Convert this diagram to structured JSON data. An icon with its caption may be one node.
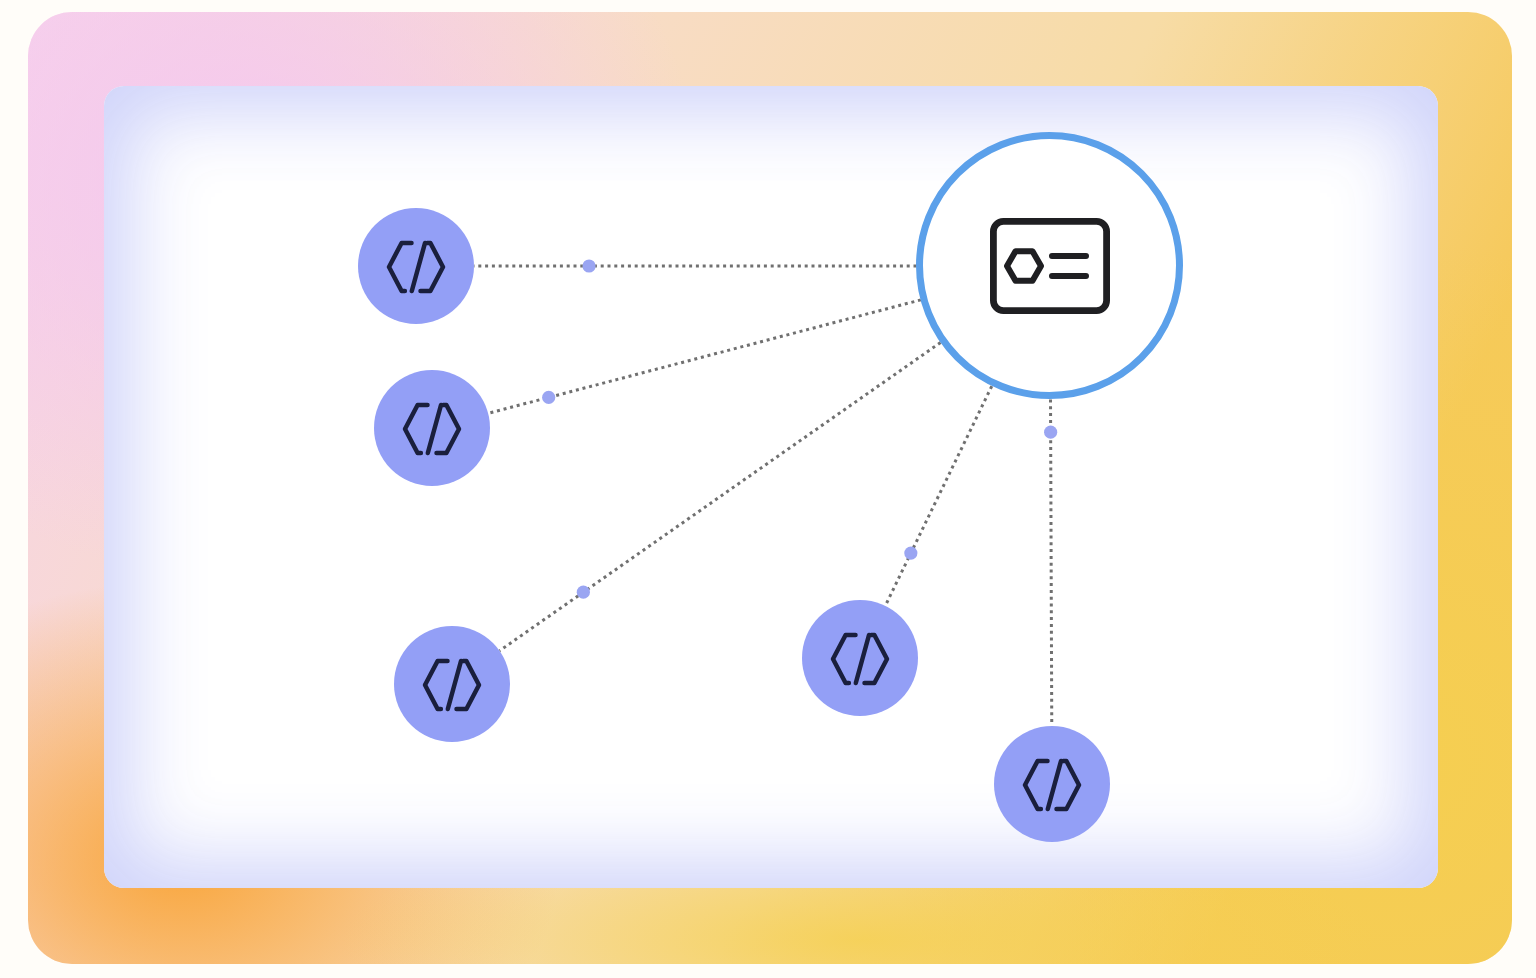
{
  "diagram": {
    "nodes": [
      {
        "text": [],
        "shape": "circle"
      },
      {
        "text": [],
        "shape": "circle"
      },
      {
        "text": [],
        "shape": "circle"
      },
      {
        "text": [],
        "shape": "circle"
      },
      {
        "text": [],
        "shape": "circle"
      },
      {
        "text": [],
        "shape": "circle"
      }
    ],
    "edges": [
      {
        "from": 0,
        "to": 1,
        "arrow": "none",
        "style": "dashed"
      },
      {
        "from": 0,
        "to": 2,
        "arrow": "none",
        "style": "dashed"
      },
      {
        "from": 0,
        "to": 3,
        "arrow": "none",
        "style": "dashed"
      },
      {
        "from": 0,
        "to": 4,
        "arrow": "none",
        "style": "dashed"
      },
      {
        "from": 0,
        "to": 5,
        "arrow": "none",
        "style": "dashed"
      }
    ]
  }
}
